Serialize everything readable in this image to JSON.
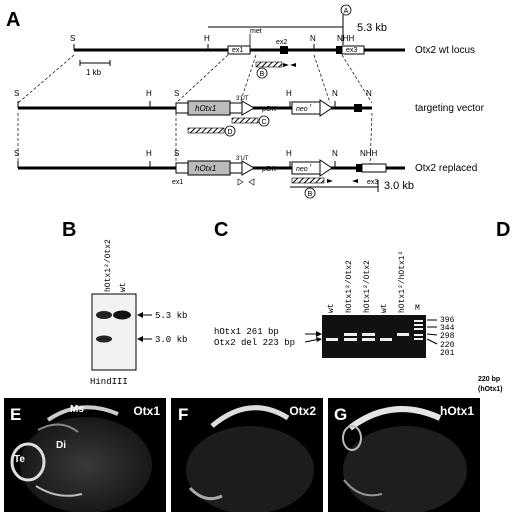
{
  "panels": {
    "A": "A",
    "B": "B",
    "C": "C",
    "D": "D",
    "E": "E",
    "F": "F",
    "G": "G"
  },
  "panelA": {
    "rows": [
      {
        "label": "Otx2 wt locus"
      },
      {
        "label": "targeting vector"
      },
      {
        "label": "Otx2 replaced"
      }
    ],
    "top_size": "5.3 kb",
    "bottom_size": "3.0 kb",
    "scale": "1 kb",
    "sites": {
      "S": "S",
      "H": "H",
      "N": "N",
      "NHH": "NHH"
    },
    "met": "met",
    "exons": {
      "ex1": "ex1",
      "ex2": "ex2",
      "ex3": "ex3"
    },
    "hotx1": "hOtx1",
    "utr": "3'UT",
    "pgk": "pGK",
    "neo": "neo",
    "neo_sup": "r",
    "probe_a": "A",
    "probe_b": "B",
    "probe_c": "C",
    "probe_d": "D"
  },
  "panelB": {
    "lanes": [
      "hOtx1²/Otx2",
      "wt"
    ],
    "band_high": "5.3 kb",
    "band_low": "3.0 kb",
    "enzyme": "HindIII"
  },
  "panelC": {
    "lanes": [
      "wt",
      "hOtx1²/Otx2",
      "hOtx1²/Otx2",
      "wt",
      "hOtx1²/hOtx1²",
      "M"
    ],
    "band1": "hOtx1  261 bp",
    "band2": "Otx2 del 223 bp",
    "markers": [
      "396",
      "344",
      "298",
      "220",
      "201"
    ]
  },
  "panelD": {
    "note": "220 bp",
    "note2": "(hOtx1)"
  },
  "photos": {
    "E": {
      "label": "Otx1",
      "ms": "Ms",
      "di": "Di",
      "te": "Te"
    },
    "F": {
      "label": "Otx2"
    },
    "G": {
      "label": "hOtx1"
    }
  }
}
